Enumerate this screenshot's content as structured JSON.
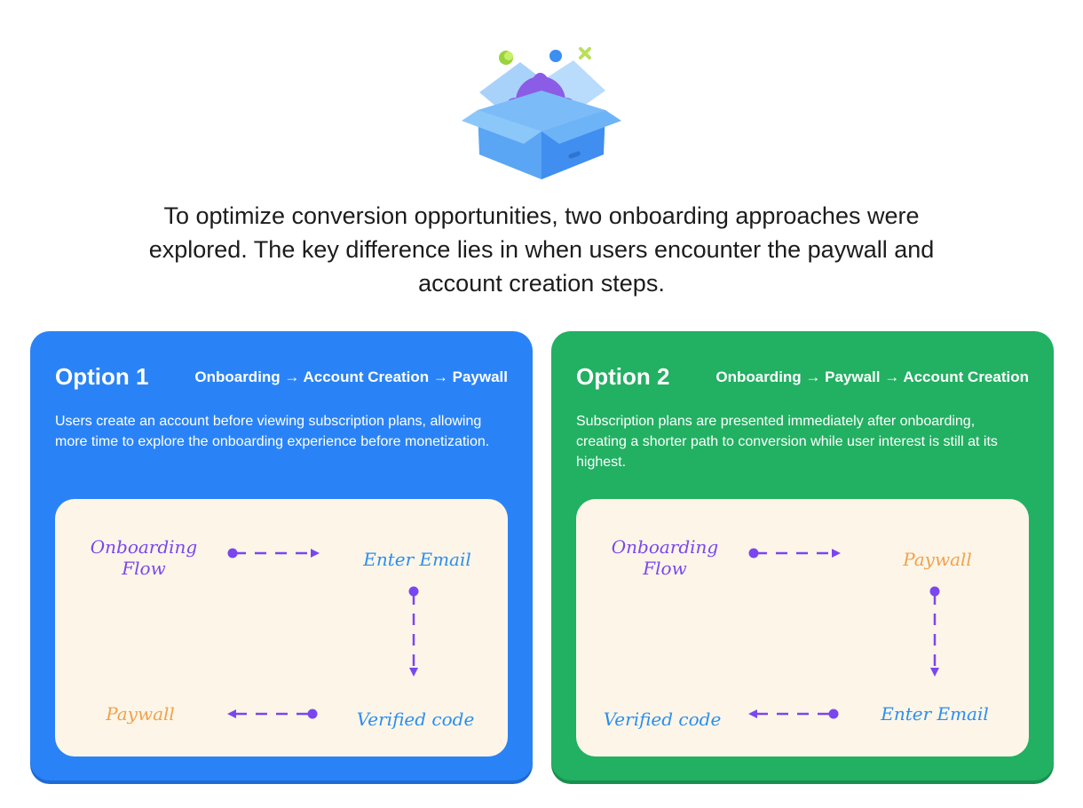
{
  "intro": {
    "text": "To optimize conversion opportunities, two onboarding approaches were explored. The key difference lies in when users encounter the paywall and account creation steps."
  },
  "hero": {
    "icon": "monkey-in-box-icon"
  },
  "colors": {
    "option1_bg": "#2a83f6",
    "option2_bg": "#22b062",
    "flow_bg": "#fdf6e8",
    "connector": "#7a46f0",
    "node_purple": "#7a46f0",
    "node_blue": "#2b8ef0",
    "node_orange": "#f4a04a"
  },
  "options": [
    {
      "title": "Option 1",
      "path": "Onboarding → Account Creation → Paywall",
      "description": "Users create an account before viewing subscription plans, allowing more time to explore the onboarding experience before monetization.",
      "flow": {
        "step1": "Onboarding Flow",
        "step2": "Enter Email",
        "step3": "Verified code",
        "step4": "Paywall"
      }
    },
    {
      "title": "Option 2",
      "path": "Onboarding → Paywall → Account Creation",
      "description": "Subscription plans are presented immediately after onboarding, creating a shorter path to conversion while user interest is still at its highest.",
      "flow": {
        "step1": "Onboarding Flow",
        "step2": "Paywall",
        "step3": "Enter Email",
        "step4": "Verified code"
      }
    }
  ]
}
